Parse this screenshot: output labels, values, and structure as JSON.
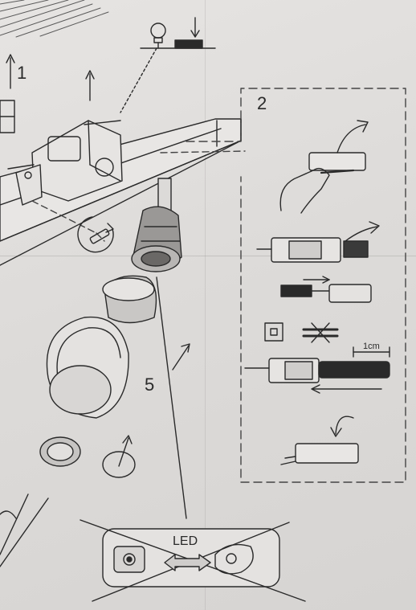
{
  "labels": {
    "step1": "1",
    "step2": "2",
    "step5": "5",
    "cm": "1cm",
    "led": "LED"
  },
  "icons": [
    "bulb-icon",
    "switch-icon",
    "rotate-arrow-icon",
    "screwdriver-icon",
    "crossed-out-icon",
    "square-icon"
  ],
  "colors": {
    "paper": "#e2e0de",
    "ink": "#2a2a2a"
  }
}
